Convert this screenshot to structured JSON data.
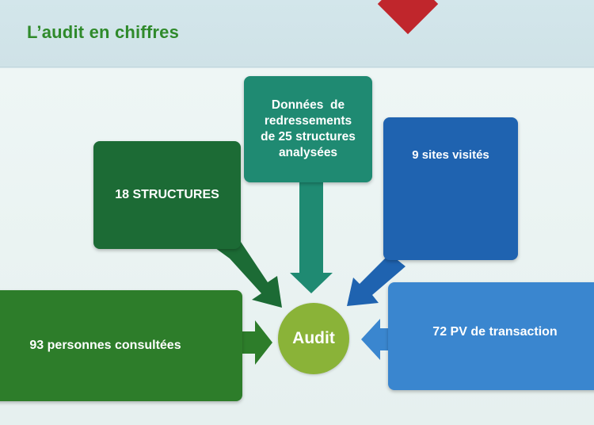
{
  "slide": {
    "title": "L’audit en chiffres"
  },
  "diagram": {
    "center": "Audit",
    "boxes": {
      "structures": "18 STRUCTURES",
      "donnees": [
        "Données  de",
        "redressements",
        "de 25 structures",
        "analysées"
      ],
      "sites": "9 sites visités",
      "personnes": "93 personnes consultées",
      "pv": "72 PV de transaction"
    }
  },
  "colors": {
    "title_green": "#2f8a2b",
    "diamond_red": "#c0262c",
    "structures_green": "#1c6b35",
    "donnees_teal": "#1f8a72",
    "sites_blue": "#1f63b0",
    "personnes_green": "#2d7d2a",
    "pv_blue": "#3a86cf",
    "center_green": "#8ab338"
  }
}
